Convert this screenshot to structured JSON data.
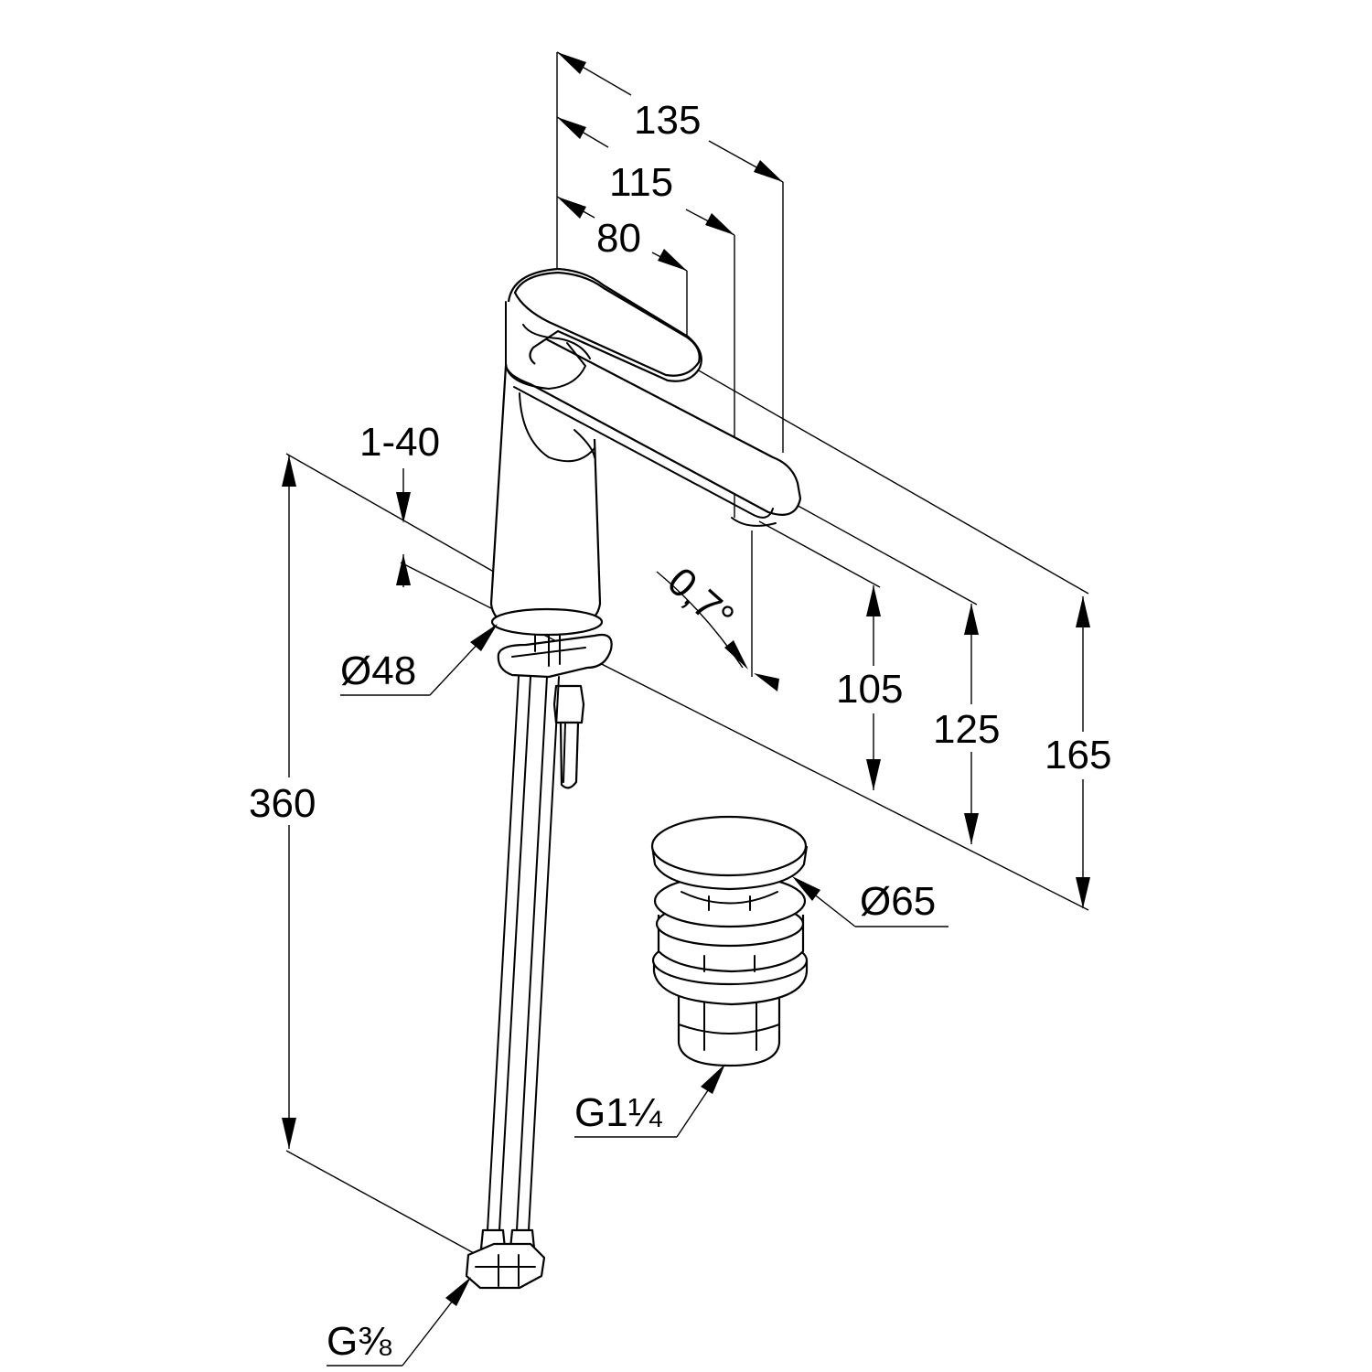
{
  "drawing": {
    "dimensions": {
      "d135": "135",
      "d115": "115",
      "d80": "80",
      "d1_40": "1-40",
      "dia48": "Ø48",
      "angle": "0,7°",
      "d105": "105",
      "d125": "125",
      "d165": "165",
      "d360": "360",
      "dia65": "Ø65",
      "g114": "G1¼",
      "g38": "G⅜"
    }
  },
  "colors": {
    "line": "#000000",
    "background": "#ffffff"
  }
}
